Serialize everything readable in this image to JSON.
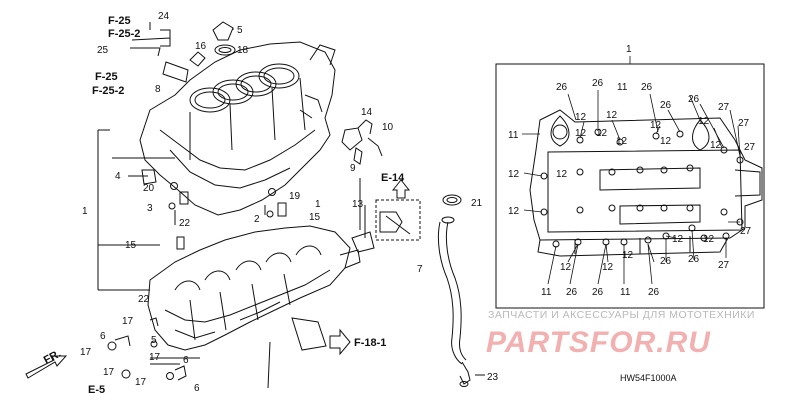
{
  "diagram": {
    "code": "HW54F1000A",
    "watermark_line1": "ЗАПЧАСТИ И АКСЕССУАРЫ ДЛЯ МОТОТЕХНИКИ",
    "watermark_line2": "PARTSFOR.RU",
    "labels_left": [
      "F-25",
      "F-25-2",
      "24",
      "5",
      "16",
      "18",
      "25",
      "F-25",
      "F-25-2",
      "8",
      "1",
      "14",
      "10",
      "9",
      "E-14",
      "4",
      "20",
      "3",
      "22",
      "19",
      "2",
      "1",
      "15",
      "13",
      "15",
      "22",
      "17",
      "6",
      "17",
      "5",
      "FR.",
      "17",
      "6",
      "E-5",
      "17",
      "17",
      "6",
      "F-18-1"
    ],
    "labels_center": [
      "21",
      "7",
      "23"
    ],
    "labels_right": [
      "1",
      "26",
      "26",
      "11",
      "26",
      "12",
      "12",
      "26",
      "26",
      "27",
      "11",
      "12",
      "12",
      "12",
      "12",
      "27",
      "12",
      "12",
      "12",
      "12",
      "12",
      "27",
      "12",
      "12",
      "12",
      "12",
      "12",
      "27",
      "11",
      "26",
      "26",
      "11",
      "26",
      "26",
      "12",
      "26",
      "27"
    ]
  }
}
